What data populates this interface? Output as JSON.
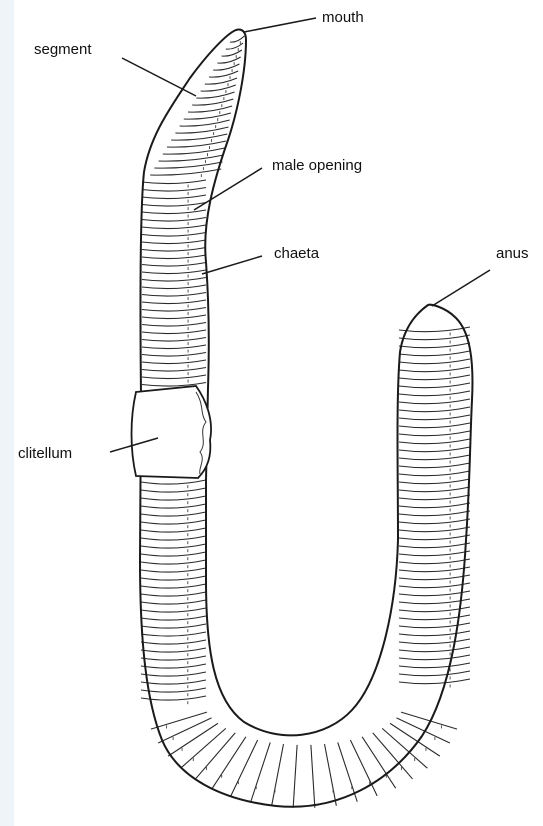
{
  "labels": {
    "mouth": "mouth",
    "segment": "segment",
    "male_opening": "male opening",
    "chaeta": "chaeta",
    "anus": "anus",
    "clitellum": "clitellum"
  },
  "colors": {
    "line": "#1a1a1a",
    "background": "#ffffff"
  }
}
